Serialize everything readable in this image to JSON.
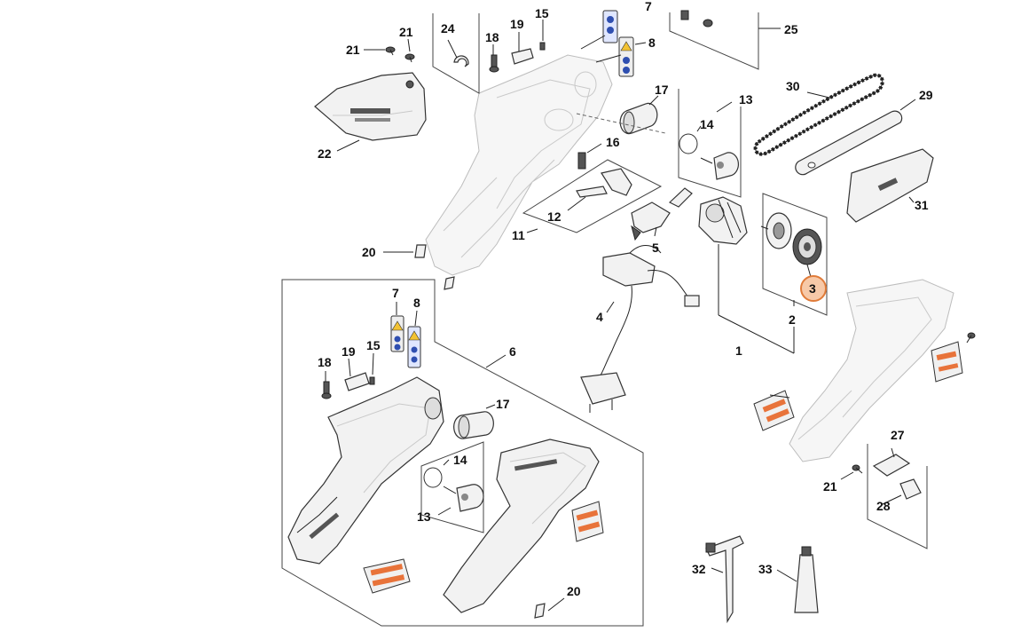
{
  "colors": {
    "background": "#ffffff",
    "line": "#222222",
    "ghost_part": "#bdbdbd",
    "highlight_fill": "#f7c9a8",
    "highlight_stroke": "#e07b39",
    "warning_label": "#e8733a",
    "info_label": "#2f4fb0"
  },
  "callouts": {
    "c1": "1",
    "c2": "2",
    "c3": "3",
    "c4": "4",
    "c5": "5",
    "c6": "6",
    "c7a": "7",
    "c7b": "7",
    "c8a": "8",
    "c8b": "8",
    "c11": "11",
    "c12": "12",
    "c13a": "13",
    "c13b": "13",
    "c14a": "14",
    "c14b": "14",
    "c15a": "15",
    "c15b": "15",
    "c16": "16",
    "c17a": "17",
    "c17b": "17",
    "c18a": "18",
    "c18b": "18",
    "c19a": "19",
    "c19b": "19",
    "c20a": "20",
    "c20b": "20",
    "c21a": "21",
    "c21b": "21",
    "c21c": "21",
    "c22": "22",
    "c24": "24",
    "c25": "25",
    "c27": "27",
    "c28": "28",
    "c29": "29",
    "c30": "30",
    "c31": "31",
    "c32": "32",
    "c33": "33"
  },
  "highlighted_callout": "3",
  "icons": {
    "chain": "saw-chain-icon",
    "bar": "guide-bar-icon",
    "motor": "electric-motor-icon",
    "sprocket": "sprocket-icon",
    "tool": "combination-wrench-icon",
    "grease": "grease-tube-icon"
  }
}
